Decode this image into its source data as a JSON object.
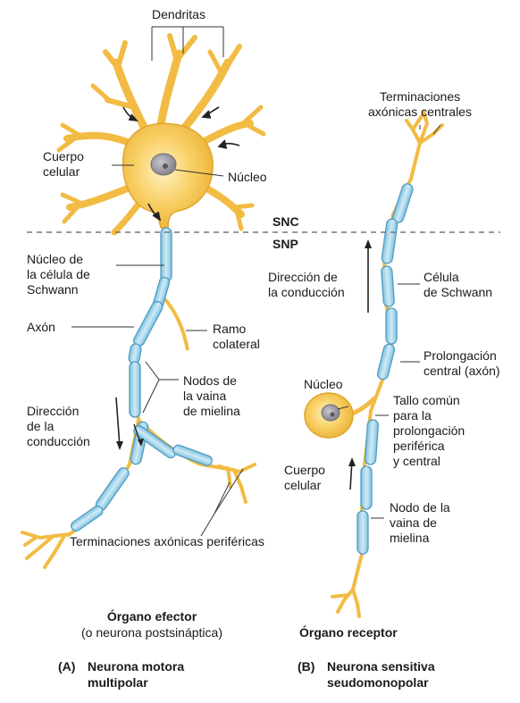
{
  "colors": {
    "cell_fill": "#f6c04a",
    "cell_light": "#fde7a6",
    "cell_edge": "#d99a1c",
    "myelin_fill": "#a9d8ec",
    "myelin_edge": "#4d9cc4",
    "nucleus": "#9e9aa3",
    "line": "#333333",
    "dash": "#777777"
  },
  "labels": {
    "dendritas": "Dendritas",
    "cuerpo_celular_a_1": "Cuerpo",
    "cuerpo_celular_a_2": "celular",
    "nucleo_a": "Núcleo",
    "snc": "SNC",
    "snp": "SNP",
    "schwann_nucleus_1": "Núcleo de",
    "schwann_nucleus_2": "la célula de",
    "schwann_nucleus_3": "Schwann",
    "axon": "Axón",
    "ramo_colateral_1": "Ramo",
    "ramo_colateral_2": "colateral",
    "nodos_1": "Nodos de",
    "nodos_2": "la vaina",
    "nodos_3": "de mielina",
    "direccion_a_1": "Dirección",
    "direccion_a_2": "de la",
    "direccion_a_3": "conducción",
    "terminaciones_perifericas": "Terminaciones axónicas periféricas",
    "organo_efector": "Órgano efector",
    "organo_efector_note": "(o neurona postsináptica)",
    "panel_a_tag": "(A)",
    "panel_a_title_1": "Neurona motora",
    "panel_a_title_2": "multipolar",
    "terminaciones_centrales_1": "Terminaciones",
    "terminaciones_centrales_2": "axónicas centrales",
    "direccion_b_1": "Dirección de",
    "direccion_b_2": "la conducción",
    "celula_schwann_1": "Célula",
    "celula_schwann_2": "de Schwann",
    "prolongacion_central_1": "Prolongación",
    "prolongacion_central_2": "central (axón)",
    "nucleo_b": "Núcleo",
    "tallo_comun_1": "Tallo común",
    "tallo_comun_2": "para la",
    "tallo_comun_3": "prolongación",
    "tallo_comun_4": "periférica",
    "tallo_comun_5": "y central",
    "cuerpo_celular_b_1": "Cuerpo",
    "cuerpo_celular_b_2": "celular",
    "nodo_vaina_1": "Nodo de la",
    "nodo_vaina_2": "vaina de",
    "nodo_vaina_3": "mielina",
    "organo_receptor": "Órgano receptor",
    "panel_b_tag": "(B)",
    "panel_b_title_1": "Neurona sensitiva",
    "panel_b_title_2": "seudomonopolar"
  }
}
